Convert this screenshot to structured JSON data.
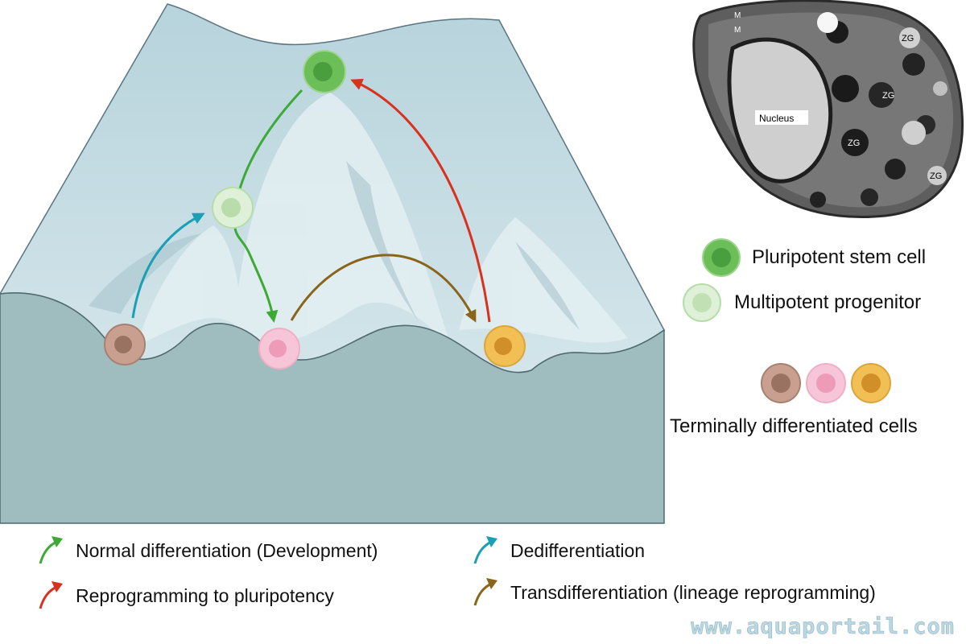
{
  "legend": {
    "pluripotent": "Pluripotent stem cell",
    "multipotent": "Multipotent progenitor",
    "terminal": "Terminally differentiated cells"
  },
  "arrows": {
    "normal": "Normal differentiation (Development)",
    "reprogramming": "Reprogramming to pluripotency",
    "dedifferentiation": "Dedifferentiation",
    "transdifferentiation": "Transdifferentiation (lineage reprogramming)"
  },
  "micrograph": {
    "labels": [
      "M",
      "M",
      "Nucleus",
      "ZG",
      "ZG",
      "ZG",
      "ZG"
    ]
  },
  "watermark": "www.aquaportail.com",
  "colors": {
    "green_arrow": "#3daa35",
    "red_arrow": "#d8321e",
    "teal_arrow": "#1a9fb4",
    "brown_arrow": "#8a6418",
    "pluripotent_cell": "#5fb64e",
    "multipotent_cell": "#dcefd4",
    "brown_cell": "#c79a8a",
    "pink_cell": "#f4bfd4",
    "yellow_cell": "#f0b84a",
    "landscape_top": "#c6dde4",
    "landscape_front": "#9fbcbf"
  }
}
